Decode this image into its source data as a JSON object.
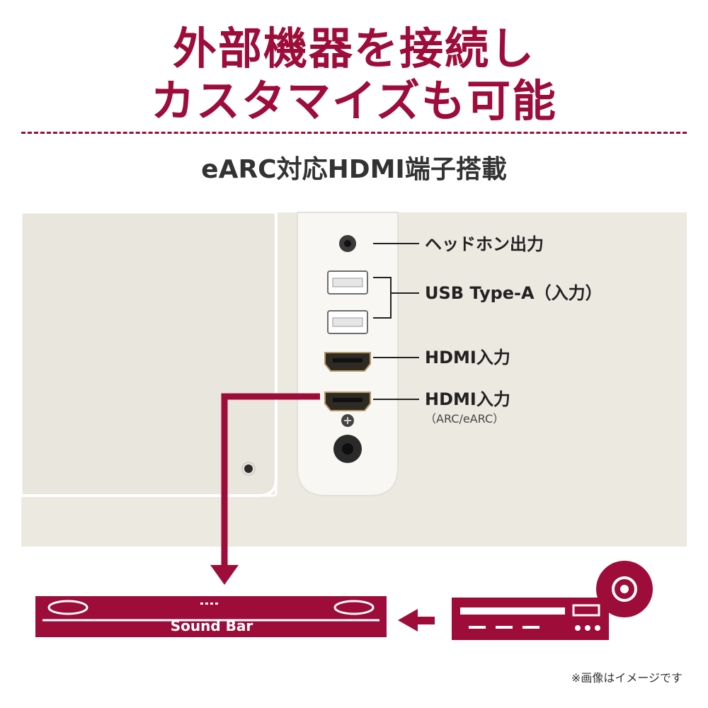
{
  "header": {
    "headline_line1": "外部機器を接続し",
    "headline_line2": "カスタマイズも可能",
    "subheading": "eARC対応HDMI端子搭載"
  },
  "ports": {
    "headphone": "ヘッドホン出力",
    "usb": "USB Type-A（入力）",
    "hdmi1": "HDMI入力",
    "hdmi2": "HDMI入力",
    "hdmi2_sub": "（ARC/eARC）"
  },
  "devices": {
    "soundbar_label": "Sound Bar"
  },
  "footnote": "※画像はイメージです",
  "colors": {
    "brand_red": "#9e0c3a",
    "panel_bg": "#ece9e1",
    "port_panel": "#f8f7f3"
  }
}
